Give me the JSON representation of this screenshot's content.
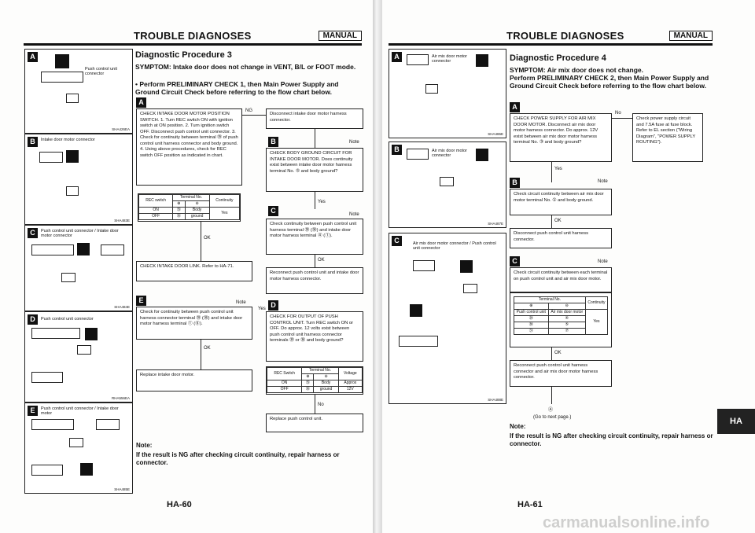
{
  "left_page": {
    "header_title": "TROUBLE DIAGNOSES",
    "header_badge": "MANUAL",
    "proc_title": "Diagnostic Procedure 3",
    "symptom": "SYMPTOM: Intake door does not change in VENT, B/L or FOOT mode.",
    "bullet": "Perform PRELIMINARY CHECK 1, then Main Power Supply and Ground Circuit Check before referring to the flow chart below.",
    "flow_label_a": "A",
    "step_a": "CHECK INTAKE DOOR MOTOR POSITION SWITCH. 1. Turn REC switch ON with ignition switch at ON position. 2. Turn ignition switch OFF. Disconnect push control unit connector. 3. Check for continuity between terminal ㉟ of push control unit harness connector and body ground. 4. Using above procedures, check for REC switch OFF position as indicated in chart.",
    "ng": "NG",
    "ng_box": "Disconnect intake door motor harness connector.",
    "b_label": "B",
    "b_note": "Note",
    "b_box": "CHECK BODY GROUND CIRCUIT FOR INTAKE DOOR MOTOR. Does continuity exist between intake door motor harness terminal No. ⑤ and body ground?",
    "yes": "Yes",
    "c_label": "C",
    "c_note": "Note",
    "c_box": "Check continuity between push control unit harness terminal ㉟ (㊱) and intake door motor harness terminal ④ (①).",
    "ok": "OK",
    "reconnect_box": "Reconnect push control unit and intake door motor harness connector.",
    "check_link": "CHECK INTAKE DOOR LINK. Refer to HA-71.",
    "e_label": "E",
    "e_note": "Note",
    "e_box": "Check for continuity between push control unit harness connector terminal ㉟ (㊱) and intake door motor harness terminal ① (⑥).",
    "replace_intake": "Replace intake door motor.",
    "d_label": "D",
    "d_yes": "Yes",
    "d_box": "CHECK FOR OUTPUT OF PUSH CONTROL UNIT. Turn REC switch ON or OFF. Do approx. 12 volts exist between push control unit harness connector terminals ㉟ or ㊱ and body ground?",
    "no": "No",
    "replace_push": "Replace push control unit.",
    "table1_head": [
      "REC switch",
      "Terminal No.",
      "Continuity"
    ],
    "table1_sub": [
      "⊕",
      "⊖"
    ],
    "table1_rows": [
      [
        "ON",
        "㉟",
        "Body",
        "Yes"
      ],
      [
        "OFF",
        "㊱",
        "ground",
        ""
      ]
    ],
    "table2_head": [
      "REC Switch",
      "Terminal No.",
      "Voltage"
    ],
    "table2_sub": [
      "⊕",
      "⊖"
    ],
    "table2_rows": [
      [
        "ON",
        "㉟",
        "Body",
        "Approx"
      ],
      [
        "OFF",
        "㊱",
        "ground",
        "12V"
      ]
    ],
    "note_label": "Note:",
    "note_text": "If the result is NG after checking circuit continuity, repair harness or connector.",
    "page_no": "HA-60",
    "diagrams": [
      {
        "badge": "A",
        "text": "Push control unit connector",
        "code": "SHA426EA"
      },
      {
        "badge": "B",
        "text": "Intake door motor connector",
        "code": "SHA483E"
      },
      {
        "badge": "C",
        "text": "Push control unit connector / Intake door motor connector",
        "code": "SHA484E"
      },
      {
        "badge": "D",
        "text": "Push control unit connector",
        "code": "RHA556EA"
      },
      {
        "badge": "E",
        "text": "Push control unit connector / Intake door motor",
        "code": "SHA485E"
      }
    ]
  },
  "right_page": {
    "header_title": "TROUBLE DIAGNOSES",
    "header_badge": "MANUAL",
    "proc_title": "Diagnostic Procedure 4",
    "symptom": "SYMPTOM: Air mix door does not change.",
    "bullet": "Perform PRELIMINARY CHECK 2, then Main Power Supply and Ground Circuit Check before referring to the flow chart below.",
    "a_label": "A",
    "a_box": "CHECK POWER SUPPLY FOR AIR MIX DOOR MOTOR. Disconnect air mix door motor harness connector. Do approx. 12V exist between air mix door motor harness terminal No. ③ and body ground?",
    "no": "No",
    "no_box": "Check power supply circuit and 7.5A fuse at fuse block. Refer to EL section (\"Wiring Diagram\", \"POWER SUPPLY ROUTING\").",
    "yes": "Yes",
    "b_label": "B",
    "b_note": "Note",
    "b_box": "Check circuit continuity between air mix door motor terminal No. ① and body ground.",
    "ok1": "OK",
    "disc_box": "Disconnect push control unit harness connector.",
    "c_label": "C",
    "c_note": "Note",
    "c_box": "Check circuit continuity between each terminal on push control unit and air mix door motor.",
    "table_head": [
      "Terminal No.",
      "Continuity"
    ],
    "table_sub": [
      "⊕",
      "⊖"
    ],
    "table_rows": [
      [
        "Push control unit",
        "Air mix door motor",
        ""
      ],
      [
        "㉙",
        "④",
        ""
      ],
      [
        "㉚",
        "⑤",
        "Yes"
      ],
      [
        "㉛",
        "⑦",
        ""
      ]
    ],
    "ok2": "OK",
    "reconnect_box": "Reconnect push control unit harness connector and air mix door motor harness connector.",
    "goto": "(Go to next page.)",
    "goto_mark": "Ⓐ",
    "note_label": "Note:",
    "note_text": "If the result is NG after checking circuit continuity, repair harness or connector.",
    "page_no": "HA-61",
    "diagrams": [
      {
        "badge": "A",
        "text": "Air mix door motor connector",
        "code": "SHA486E"
      },
      {
        "badge": "B",
        "text": "Air mix door motor connector",
        "code": "SHA487E"
      },
      {
        "badge": "C",
        "text": "Air mix door motor connector / Push control unit connector",
        "code": "SHA488E"
      }
    ]
  },
  "side_tab": "HA",
  "watermark": "carmanualsonline.info"
}
